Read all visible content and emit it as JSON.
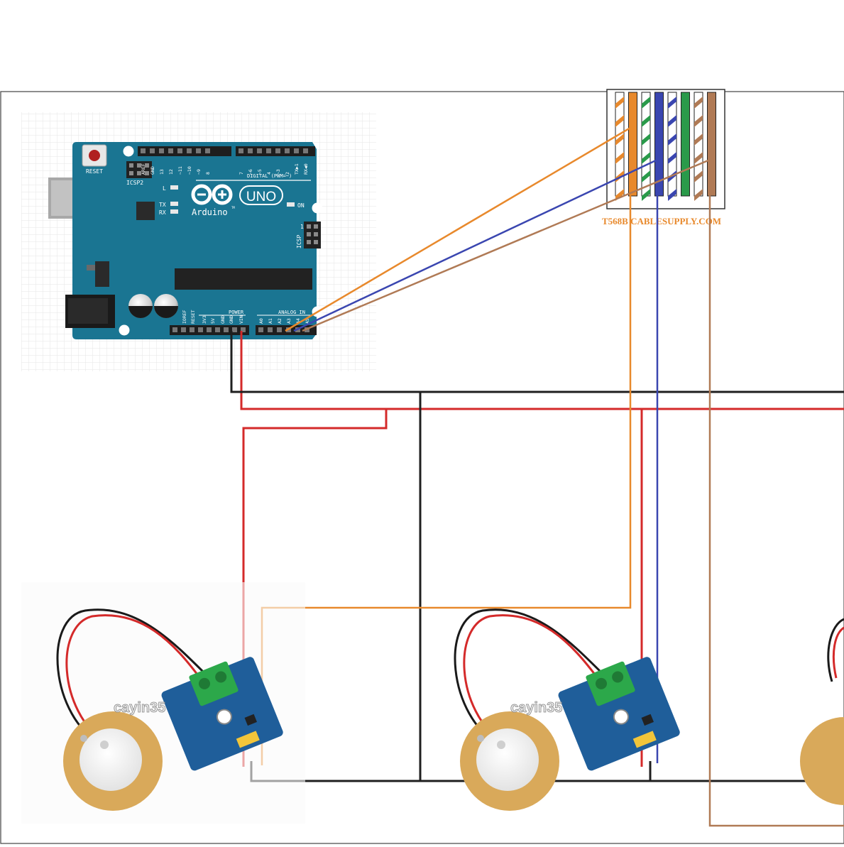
{
  "board": {
    "brand": "Arduino",
    "model": "UNO",
    "tm": "TM",
    "reset": "RESET",
    "icsp2": "ICSP2",
    "icsp": "ICSP",
    "icsp_pin": "1",
    "led_l": "L",
    "led_tx": "TX",
    "led_rx": "RX",
    "led_on": "ON",
    "digital_header": "DIGITAL (PWM=~)",
    "digital_pins": [
      "AREF",
      "GND",
      "13",
      "12",
      "~11",
      "~10",
      "~9",
      "8",
      "7",
      "~6",
      "~5",
      "4",
      "~3",
      "2",
      "TX▶1",
      "RX◀0"
    ],
    "power_header": "POWER",
    "power_pins": [
      "IOREF",
      "RESET",
      "3V3",
      "5V",
      "GND",
      "GND",
      "VIN"
    ],
    "analog_header": "ANALOG IN",
    "analog_pins": [
      "A0",
      "A1",
      "A2",
      "A3",
      "A4",
      "A5"
    ]
  },
  "cable_label": "T568B CABLESUPPLY.COM",
  "sensor_watermarks": [
    "cayin35",
    "cayin35"
  ],
  "colors": {
    "board": "#1a7592",
    "orange_wire": "#e8892c",
    "blue_wire": "#3a46b0",
    "brown_wire": "#b07a55",
    "red_wire": "#d42a2a",
    "black_wire": "#1f1f1f",
    "green_wire": "#2a9a4a",
    "module": "#1f5e9a",
    "terminal": "#2ca84a",
    "piezo_ring": "#d9a95a"
  }
}
